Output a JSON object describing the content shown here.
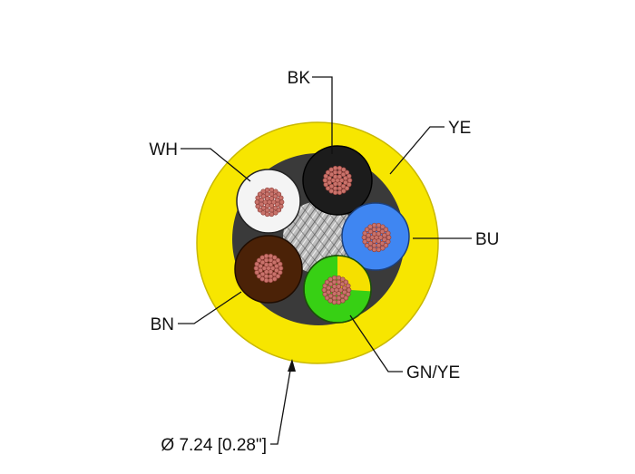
{
  "colors": {
    "jacket": "#f7e600",
    "jacket_edge": "#c9b800",
    "filler": "#3a3a3a",
    "insulation_wh": "#f4f4f4",
    "insulation_bk": "#1c1c1c",
    "insulation_bu": "#3f86f2",
    "insulation_bn": "#4b2207",
    "insulation_gn": "#37d014",
    "insulation_ye": "#f5e000",
    "copper": "#c9736b",
    "copper_dark": "#8e3f3a",
    "leader": "#111111"
  },
  "labels": {
    "bk": "BK",
    "ye": "YE",
    "wh": "WH",
    "bu": "BU",
    "bn": "BN",
    "gnye": "GN/YE",
    "diameter": "Ø 7.24 [0.28\"]"
  }
}
